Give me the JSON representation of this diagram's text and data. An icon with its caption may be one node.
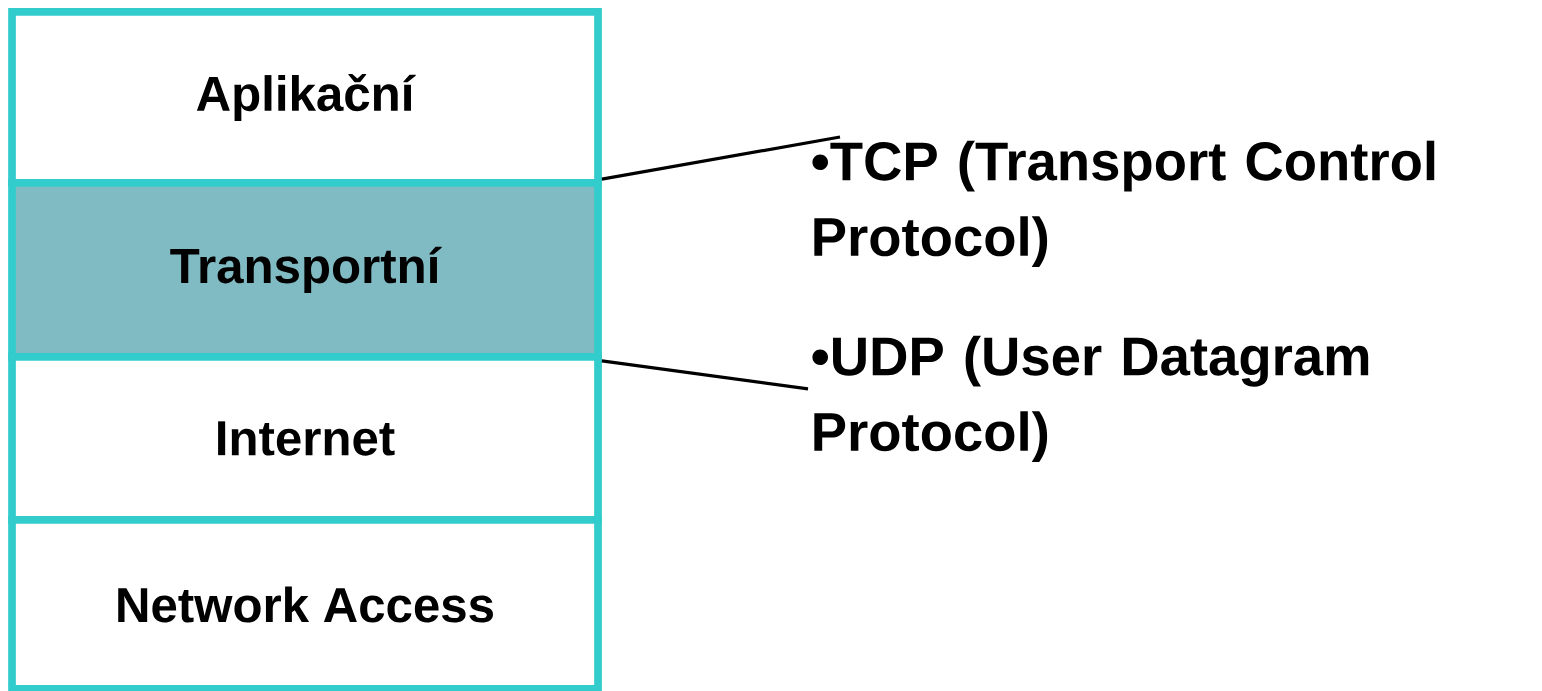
{
  "diagram": {
    "nodes": [
      {
        "text": [
          "Aplikační"
        ]
      },
      {
        "text": [
          "Transportní"
        ]
      },
      {
        "text": [
          "Internet"
        ]
      },
      {
        "text": [
          "Network Access"
        ]
      },
      {
        "text": [
          "•TCP (Transport Control Protocol)"
        ]
      },
      {
        "text": [
          "•UDP (User Datagram Protocol)"
        ]
      }
    ],
    "edges": [
      {
        "from": 1,
        "to": 4,
        "arrow": "none"
      },
      {
        "from": 1,
        "to": 5,
        "arrow": "none"
      }
    ]
  }
}
